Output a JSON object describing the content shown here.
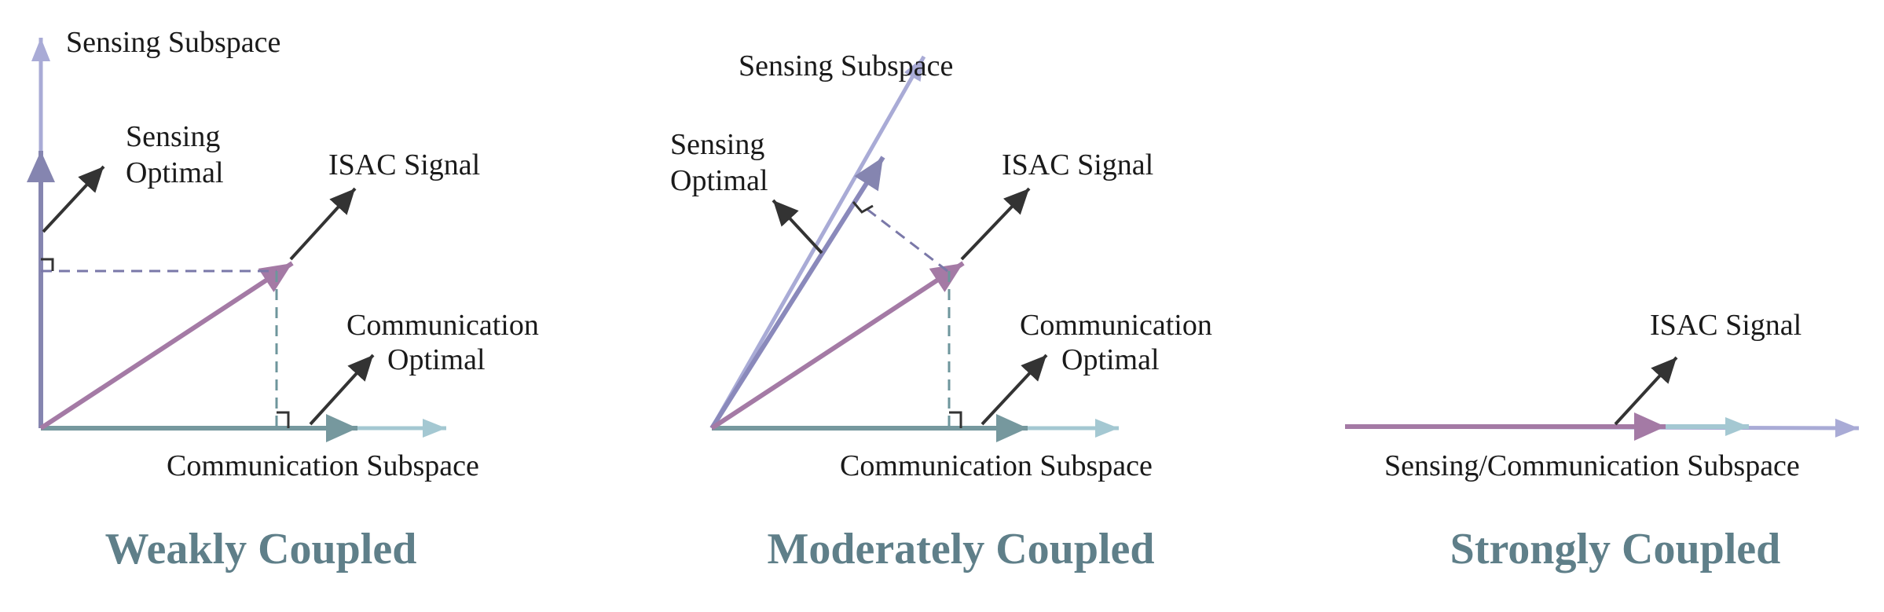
{
  "colors": {
    "sensing_light": "#a9abd6",
    "sensing_dark": "#8585b0",
    "sensing_mid": "#8a89bb",
    "isac": "#a47aa5",
    "comm_dark": "#76989e",
    "comm_light": "#a4c8d2",
    "pointer": "#333333",
    "dashed_sensing": "#7a78a8",
    "dashed_comm": "#6e969c",
    "title": "#5f7f89"
  },
  "panels": [
    {
      "title": "Weakly Coupled",
      "labels": {
        "sensing_subspace": "Sensing Subspace",
        "sensing_optimal_1": "Sensing",
        "sensing_optimal_2": "Optimal",
        "isac_signal": "ISAC Signal",
        "comm_optimal_1": "Communication",
        "comm_optimal_2": "Optimal",
        "comm_subspace": "Communication Subspace"
      }
    },
    {
      "title": "Moderately Coupled",
      "labels": {
        "sensing_subspace": "Sensing Subspace",
        "sensing_optimal_1": "Sensing",
        "sensing_optimal_2": "Optimal",
        "isac_signal": "ISAC Signal",
        "comm_optimal_1": "Communication",
        "comm_optimal_2": "Optimal",
        "comm_subspace": "Communication Subspace"
      }
    },
    {
      "title": "Strongly Coupled",
      "labels": {
        "isac_signal": "ISAC Signal",
        "shared_subspace": "Sensing/Communication Subspace"
      }
    }
  ]
}
